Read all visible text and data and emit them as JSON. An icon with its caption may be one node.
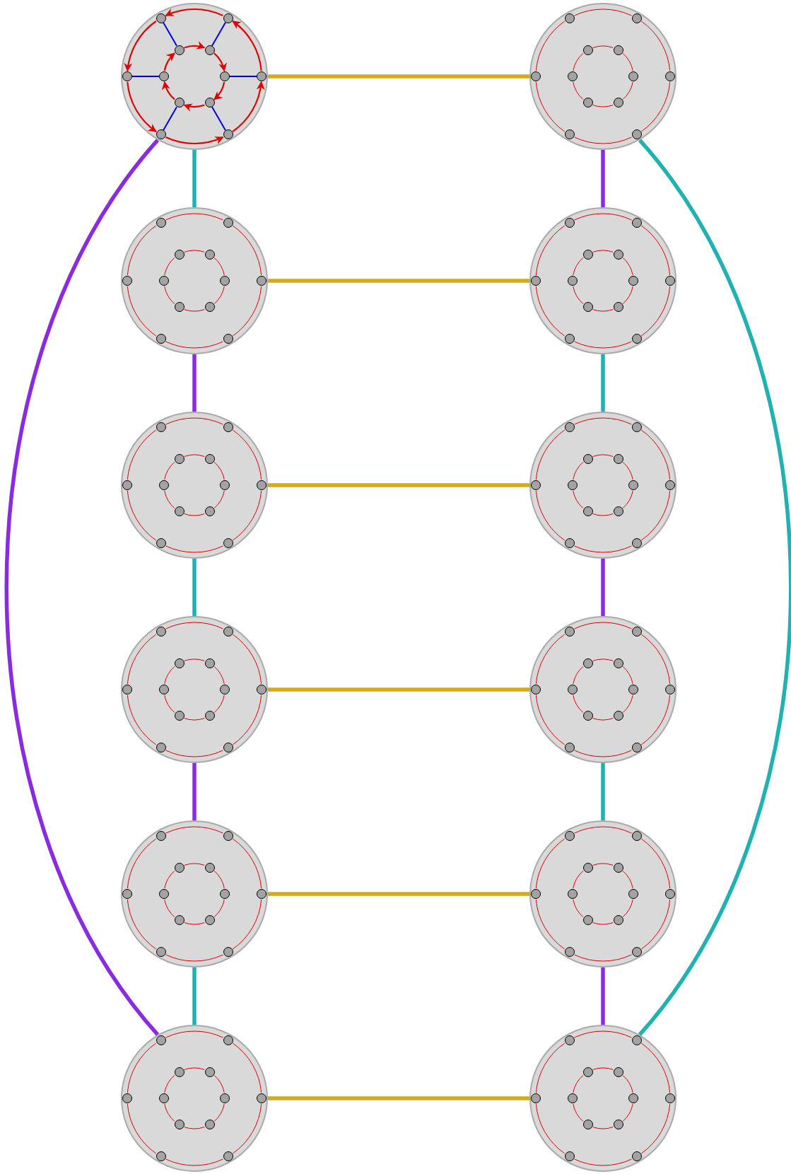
{
  "diagram": {
    "nodes": [
      {
        "text": [],
        "shape": "circle"
      },
      {
        "text": [],
        "shape": "circle",
        "in": 0
      },
      {
        "text": [],
        "shape": "circle",
        "in": 0
      },
      {
        "text": [],
        "shape": "circle",
        "in": 0
      },
      {
        "text": [],
        "shape": "circle",
        "in": 0
      },
      {
        "text": [],
        "shape": "circle",
        "in": 0
      },
      {
        "text": [],
        "shape": "circle",
        "in": 0
      },
      {
        "text": [],
        "shape": "circle",
        "in": 0
      },
      {
        "text": [],
        "shape": "circle",
        "in": 0
      },
      {
        "text": [],
        "shape": "circle",
        "in": 0
      },
      {
        "text": [],
        "shape": "circle",
        "in": 0
      },
      {
        "text": [],
        "shape": "circle",
        "in": 0
      },
      {
        "text": [],
        "shape": "circle",
        "in": 0
      },
      {
        "text": [],
        "shape": "circle"
      },
      {
        "text": [],
        "shape": "circle",
        "in": 13
      },
      {
        "text": [],
        "shape": "circle",
        "in": 13
      },
      {
        "text": [],
        "shape": "circle",
        "in": 13
      },
      {
        "text": [],
        "shape": "circle",
        "in": 13
      },
      {
        "text": [],
        "shape": "circle",
        "in": 13
      },
      {
        "text": [],
        "shape": "circle",
        "in": 13
      },
      {
        "text": [],
        "shape": "circle",
        "in": 13
      },
      {
        "text": [],
        "shape": "circle",
        "in": 13
      },
      {
        "text": [],
        "shape": "circle",
        "in": 13
      },
      {
        "text": [],
        "shape": "circle",
        "in": 13
      },
      {
        "text": [],
        "shape": "circle",
        "in": 13
      },
      {
        "text": [],
        "shape": "circle",
        "in": 13
      },
      {
        "text": [],
        "shape": "circle"
      },
      {
        "text": [],
        "shape": "circle",
        "in": 26
      },
      {
        "text": [],
        "shape": "circle",
        "in": 26
      },
      {
        "text": [],
        "shape": "circle",
        "in": 26
      },
      {
        "text": [],
        "shape": "circle",
        "in": 26
      },
      {
        "text": [],
        "shape": "circle",
        "in": 26
      },
      {
        "text": [],
        "shape": "circle",
        "in": 26
      },
      {
        "text": [],
        "shape": "circle",
        "in": 26
      },
      {
        "text": [],
        "shape": "circle",
        "in": 26
      },
      {
        "text": [],
        "shape": "circle",
        "in": 26
      },
      {
        "text": [],
        "shape": "circle",
        "in": 26
      },
      {
        "text": [],
        "shape": "circle",
        "in": 26
      },
      {
        "text": [],
        "shape": "circle",
        "in": 26
      },
      {
        "text": [],
        "shape": "circle"
      },
      {
        "text": [],
        "shape": "circle",
        "in": 39
      },
      {
        "text": [],
        "shape": "circle",
        "in": 39
      },
      {
        "text": [],
        "shape": "circle",
        "in": 39
      },
      {
        "text": [],
        "shape": "circle",
        "in": 39
      },
      {
        "text": [],
        "shape": "circle",
        "in": 39
      },
      {
        "text": [],
        "shape": "circle",
        "in": 39
      },
      {
        "text": [],
        "shape": "circle",
        "in": 39
      },
      {
        "text": [],
        "shape": "circle",
        "in": 39
      },
      {
        "text": [],
        "shape": "circle",
        "in": 39
      },
      {
        "text": [],
        "shape": "circle",
        "in": 39
      },
      {
        "text": [],
        "shape": "circle",
        "in": 39
      },
      {
        "text": [],
        "shape": "circle",
        "in": 39
      },
      {
        "text": [],
        "shape": "circle"
      },
      {
        "text": [],
        "shape": "circle",
        "in": 52
      },
      {
        "text": [],
        "shape": "circle",
        "in": 52
      },
      {
        "text": [],
        "shape": "circle",
        "in": 52
      },
      {
        "text": [],
        "shape": "circle",
        "in": 52
      },
      {
        "text": [],
        "shape": "circle",
        "in": 52
      },
      {
        "text": [],
        "shape": "circle",
        "in": 52
      },
      {
        "text": [],
        "shape": "circle",
        "in": 52
      },
      {
        "text": [],
        "shape": "circle",
        "in": 52
      },
      {
        "text": [],
        "shape": "circle",
        "in": 52
      },
      {
        "text": [],
        "shape": "circle",
        "in": 52
      },
      {
        "text": [],
        "shape": "circle",
        "in": 52
      },
      {
        "text": [],
        "shape": "circle",
        "in": 52
      },
      {
        "text": [],
        "shape": "circle"
      },
      {
        "text": [],
        "shape": "circle",
        "in": 65
      },
      {
        "text": [],
        "shape": "circle",
        "in": 65
      },
      {
        "text": [],
        "shape": "circle",
        "in": 65
      },
      {
        "text": [],
        "shape": "circle",
        "in": 65
      },
      {
        "text": [],
        "shape": "circle",
        "in": 65
      },
      {
        "text": [],
        "shape": "circle",
        "in": 65
      },
      {
        "text": [],
        "shape": "circle",
        "in": 65
      },
      {
        "text": [],
        "shape": "circle",
        "in": 65
      },
      {
        "text": [],
        "shape": "circle",
        "in": 65
      },
      {
        "text": [],
        "shape": "circle",
        "in": 65
      },
      {
        "text": [],
        "shape": "circle",
        "in": 65
      },
      {
        "text": [],
        "shape": "circle",
        "in": 65
      },
      {
        "text": [],
        "shape": "circle"
      },
      {
        "text": [],
        "shape": "circle",
        "in": 78
      },
      {
        "text": [],
        "shape": "circle",
        "in": 78
      },
      {
        "text": [],
        "shape": "circle",
        "in": 78
      },
      {
        "text": [],
        "shape": "circle",
        "in": 78
      },
      {
        "text": [],
        "shape": "circle",
        "in": 78
      },
      {
        "text": [],
        "shape": "circle",
        "in": 78
      },
      {
        "text": [],
        "shape": "circle",
        "in": 78
      },
      {
        "text": [],
        "shape": "circle",
        "in": 78
      },
      {
        "text": [],
        "shape": "circle",
        "in": 78
      },
      {
        "text": [],
        "shape": "circle",
        "in": 78
      },
      {
        "text": [],
        "shape": "circle",
        "in": 78
      },
      {
        "text": [],
        "shape": "circle",
        "in": 78
      },
      {
        "text": [],
        "shape": "circle"
      },
      {
        "text": [],
        "shape": "circle",
        "in": 91
      },
      {
        "text": [],
        "shape": "circle",
        "in": 91
      },
      {
        "text": [],
        "shape": "circle",
        "in": 91
      },
      {
        "text": [],
        "shape": "circle",
        "in": 91
      },
      {
        "text": [],
        "shape": "circle",
        "in": 91
      },
      {
        "text": [],
        "shape": "circle",
        "in": 91
      },
      {
        "text": [],
        "shape": "circle",
        "in": 91
      },
      {
        "text": [],
        "shape": "circle",
        "in": 91
      },
      {
        "text": [],
        "shape": "circle",
        "in": 91
      },
      {
        "text": [],
        "shape": "circle",
        "in": 91
      },
      {
        "text": [],
        "shape": "circle",
        "in": 91
      },
      {
        "text": [],
        "shape": "circle",
        "in": 91
      },
      {
        "text": [],
        "shape": "circle"
      },
      {
        "text": [],
        "shape": "circle",
        "in": 104
      },
      {
        "text": [],
        "shape": "circle",
        "in": 104
      },
      {
        "text": [],
        "shape": "circle",
        "in": 104
      },
      {
        "text": [],
        "shape": "circle",
        "in": 104
      },
      {
        "text": [],
        "shape": "circle",
        "in": 104
      },
      {
        "text": [],
        "shape": "circle",
        "in": 104
      },
      {
        "text": [],
        "shape": "circle",
        "in": 104
      },
      {
        "text": [],
        "shape": "circle",
        "in": 104
      },
      {
        "text": [],
        "shape": "circle",
        "in": 104
      },
      {
        "text": [],
        "shape": "circle",
        "in": 104
      },
      {
        "text": [],
        "shape": "circle",
        "in": 104
      },
      {
        "text": [],
        "shape": "circle",
        "in": 104
      },
      {
        "text": [],
        "shape": "circle"
      },
      {
        "text": [],
        "shape": "circle",
        "in": 117
      },
      {
        "text": [],
        "shape": "circle",
        "in": 117
      },
      {
        "text": [],
        "shape": "circle",
        "in": 117
      },
      {
        "text": [],
        "shape": "circle",
        "in": 117
      },
      {
        "text": [],
        "shape": "circle",
        "in": 117
      },
      {
        "text": [],
        "shape": "circle",
        "in": 117
      },
      {
        "text": [],
        "shape": "circle",
        "in": 117
      },
      {
        "text": [],
        "shape": "circle",
        "in": 117
      },
      {
        "text": [],
        "shape": "circle",
        "in": 117
      },
      {
        "text": [],
        "shape": "circle",
        "in": 117
      },
      {
        "text": [],
        "shape": "circle",
        "in": 117
      },
      {
        "text": [],
        "shape": "circle",
        "in": 117
      },
      {
        "text": [],
        "shape": "circle"
      },
      {
        "text": [],
        "shape": "circle",
        "in": 130
      },
      {
        "text": [],
        "shape": "circle",
        "in": 130
      },
      {
        "text": [],
        "shape": "circle",
        "in": 130
      },
      {
        "text": [],
        "shape": "circle",
        "in": 130
      },
      {
        "text": [],
        "shape": "circle",
        "in": 130
      },
      {
        "text": [],
        "shape": "circle",
        "in": 130
      },
      {
        "text": [],
        "shape": "circle",
        "in": 130
      },
      {
        "text": [],
        "shape": "circle",
        "in": 130
      },
      {
        "text": [],
        "shape": "circle",
        "in": 130
      },
      {
        "text": [],
        "shape": "circle",
        "in": 130
      },
      {
        "text": [],
        "shape": "circle",
        "in": 130
      },
      {
        "text": [],
        "shape": "circle",
        "in": 130
      },
      {
        "text": [],
        "shape": "circle"
      },
      {
        "text": [],
        "shape": "circle",
        "in": 143
      },
      {
        "text": [],
        "shape": "circle",
        "in": 143
      },
      {
        "text": [],
        "shape": "circle",
        "in": 143
      },
      {
        "text": [],
        "shape": "circle",
        "in": 143
      },
      {
        "text": [],
        "shape": "circle",
        "in": 143
      },
      {
        "text": [],
        "shape": "circle",
        "in": 143
      },
      {
        "text": [],
        "shape": "circle",
        "in": 143
      },
      {
        "text": [],
        "shape": "circle",
        "in": 143
      },
      {
        "text": [],
        "shape": "circle",
        "in": 143
      },
      {
        "text": [],
        "shape": "circle",
        "in": 143
      },
      {
        "text": [],
        "shape": "circle",
        "in": 143
      },
      {
        "text": [],
        "shape": "circle",
        "in": 143
      }
    ],
    "edges": [
      {
        "from": 2,
        "to": 1,
        "arrow": "to"
      },
      {
        "from": 1,
        "to": 5,
        "arrow": "to"
      },
      {
        "from": 5,
        "to": 11,
        "arrow": "to"
      },
      {
        "from": 11,
        "to": 12,
        "arrow": "to"
      },
      {
        "from": 12,
        "to": 8,
        "arrow": "to"
      },
      {
        "from": 8,
        "to": 2,
        "arrow": "to"
      },
      {
        "from": 3,
        "to": 4,
        "arrow": "to"
      },
      {
        "from": 4,
        "to": 7,
        "arrow": "to"
      },
      {
        "from": 7,
        "to": 10,
        "arrow": "to"
      },
      {
        "from": 10,
        "to": 9,
        "arrow": "to"
      },
      {
        "from": 9,
        "to": 6,
        "arrow": "to"
      },
      {
        "from": 6,
        "to": 3,
        "arrow": "to"
      },
      {
        "from": 1,
        "to": 3,
        "arrow": "none",
        "color": "#0000dd"
      },
      {
        "from": 2,
        "to": 4,
        "arrow": "none",
        "color": "#0000dd"
      },
      {
        "from": 5,
        "to": 6,
        "arrow": "none",
        "color": "#0000dd"
      },
      {
        "from": 8,
        "to": 7,
        "arrow": "none",
        "color": "#0000dd"
      },
      {
        "from": 11,
        "to": 9,
        "arrow": "none",
        "color": "#0000dd"
      },
      {
        "from": 12,
        "to": 10,
        "arrow": "none",
        "color": "#0000dd"
      },
      {
        "from": 15,
        "to": 14,
        "arrow": "none"
      },
      {
        "from": 14,
        "to": 18,
        "arrow": "none"
      },
      {
        "from": 18,
        "to": 24,
        "arrow": "none"
      },
      {
        "from": 24,
        "to": 25,
        "arrow": "none"
      },
      {
        "from": 25,
        "to": 21,
        "arrow": "none"
      },
      {
        "from": 21,
        "to": 15,
        "arrow": "none"
      },
      {
        "from": 16,
        "to": 17,
        "arrow": "none"
      },
      {
        "from": 17,
        "to": 20,
        "arrow": "none"
      },
      {
        "from": 20,
        "to": 23,
        "arrow": "none"
      },
      {
        "from": 23,
        "to": 22,
        "arrow": "none"
      },
      {
        "from": 22,
        "to": 19,
        "arrow": "none"
      },
      {
        "from": 19,
        "to": 16,
        "arrow": "none"
      },
      {
        "from": 28,
        "to": 27,
        "arrow": "none"
      },
      {
        "from": 27,
        "to": 31,
        "arrow": "none"
      },
      {
        "from": 31,
        "to": 37,
        "arrow": "none"
      },
      {
        "from": 37,
        "to": 38,
        "arrow": "none"
      },
      {
        "from": 38,
        "to": 34,
        "arrow": "none"
      },
      {
        "from": 34,
        "to": 28,
        "arrow": "none"
      },
      {
        "from": 29,
        "to": 30,
        "arrow": "none"
      },
      {
        "from": 30,
        "to": 33,
        "arrow": "none"
      },
      {
        "from": 33,
        "to": 36,
        "arrow": "none"
      },
      {
        "from": 36,
        "to": 35,
        "arrow": "none"
      },
      {
        "from": 35,
        "to": 32,
        "arrow": "none"
      },
      {
        "from": 32,
        "to": 29,
        "arrow": "none"
      },
      {
        "from": 41,
        "to": 40,
        "arrow": "none"
      },
      {
        "from": 40,
        "to": 44,
        "arrow": "none"
      },
      {
        "from": 44,
        "to": 50,
        "arrow": "none"
      },
      {
        "from": 50,
        "to": 51,
        "arrow": "none"
      },
      {
        "from": 51,
        "to": 47,
        "arrow": "none"
      },
      {
        "from": 47,
        "to": 41,
        "arrow": "none"
      },
      {
        "from": 42,
        "to": 43,
        "arrow": "none"
      },
      {
        "from": 43,
        "to": 46,
        "arrow": "none"
      },
      {
        "from": 46,
        "to": 49,
        "arrow": "none"
      },
      {
        "from": 49,
        "to": 48,
        "arrow": "none"
      },
      {
        "from": 48,
        "to": 45,
        "arrow": "none"
      },
      {
        "from": 45,
        "to": 42,
        "arrow": "none"
      },
      {
        "from": 54,
        "to": 53,
        "arrow": "none"
      },
      {
        "from": 53,
        "to": 57,
        "arrow": "none"
      },
      {
        "from": 57,
        "to": 63,
        "arrow": "none"
      },
      {
        "from": 63,
        "to": 64,
        "arrow": "none"
      },
      {
        "from": 64,
        "to": 60,
        "arrow": "none"
      },
      {
        "from": 60,
        "to": 54,
        "arrow": "none"
      },
      {
        "from": 55,
        "to": 56,
        "arrow": "none"
      },
      {
        "from": 56,
        "to": 59,
        "arrow": "none"
      },
      {
        "from": 59,
        "to": 62,
        "arrow": "none"
      },
      {
        "from": 62,
        "to": 61,
        "arrow": "none"
      },
      {
        "from": 61,
        "to": 58,
        "arrow": "none"
      },
      {
        "from": 58,
        "to": 55,
        "arrow": "none"
      },
      {
        "from": 67,
        "to": 66,
        "arrow": "none"
      },
      {
        "from": 66,
        "to": 70,
        "arrow": "none"
      },
      {
        "from": 70,
        "to": 76,
        "arrow": "none"
      },
      {
        "from": 76,
        "to": 77,
        "arrow": "none"
      },
      {
        "from": 77,
        "to": 73,
        "arrow": "none"
      },
      {
        "from": 73,
        "to": 67,
        "arrow": "none"
      },
      {
        "from": 68,
        "to": 69,
        "arrow": "none"
      },
      {
        "from": 69,
        "to": 72,
        "arrow": "none"
      },
      {
        "from": 72,
        "to": 75,
        "arrow": "none"
      },
      {
        "from": 75,
        "to": 74,
        "arrow": "none"
      },
      {
        "from": 74,
        "to": 71,
        "arrow": "none"
      },
      {
        "from": 71,
        "to": 68,
        "arrow": "none"
      },
      {
        "from": 80,
        "to": 79,
        "arrow": "none"
      },
      {
        "from": 79,
        "to": 83,
        "arrow": "none"
      },
      {
        "from": 83,
        "to": 89,
        "arrow": "none"
      },
      {
        "from": 89,
        "to": 90,
        "arrow": "none"
      },
      {
        "from": 90,
        "to": 86,
        "arrow": "none"
      },
      {
        "from": 86,
        "to": 80,
        "arrow": "none"
      },
      {
        "from": 81,
        "to": 82,
        "arrow": "none"
      },
      {
        "from": 82,
        "to": 85,
        "arrow": "none"
      },
      {
        "from": 85,
        "to": 88,
        "arrow": "none"
      },
      {
        "from": 88,
        "to": 87,
        "arrow": "none"
      },
      {
        "from": 87,
        "to": 84,
        "arrow": "none"
      },
      {
        "from": 84,
        "to": 81,
        "arrow": "none"
      },
      {
        "from": 93,
        "to": 92,
        "arrow": "none"
      },
      {
        "from": 92,
        "to": 96,
        "arrow": "none"
      },
      {
        "from": 96,
        "to": 102,
        "arrow": "none"
      },
      {
        "from": 102,
        "to": 103,
        "arrow": "none"
      },
      {
        "from": 103,
        "to": 99,
        "arrow": "none"
      },
      {
        "from": 99,
        "to": 93,
        "arrow": "none"
      },
      {
        "from": 94,
        "to": 95,
        "arrow": "none"
      },
      {
        "from": 95,
        "to": 98,
        "arrow": "none"
      },
      {
        "from": 98,
        "to": 101,
        "arrow": "none"
      },
      {
        "from": 101,
        "to": 100,
        "arrow": "none"
      },
      {
        "from": 100,
        "to": 97,
        "arrow": "none"
      },
      {
        "from": 97,
        "to": 94,
        "arrow": "none"
      },
      {
        "from": 106,
        "to": 105,
        "arrow": "none"
      },
      {
        "from": 105,
        "to": 109,
        "arrow": "none"
      },
      {
        "from": 109,
        "to": 115,
        "arrow": "none"
      },
      {
        "from": 115,
        "to": 116,
        "arrow": "none"
      },
      {
        "from": 116,
        "to": 112,
        "arrow": "none"
      },
      {
        "from": 112,
        "to": 106,
        "arrow": "none"
      },
      {
        "from": 107,
        "to": 108,
        "arrow": "none"
      },
      {
        "from": 108,
        "to": 111,
        "arrow": "none"
      },
      {
        "from": 111,
        "to": 114,
        "arrow": "none"
      },
      {
        "from": 114,
        "to": 113,
        "arrow": "none"
      },
      {
        "from": 113,
        "to": 110,
        "arrow": "none"
      },
      {
        "from": 110,
        "to": 107,
        "arrow": "none"
      },
      {
        "from": 119,
        "to": 118,
        "arrow": "none"
      },
      {
        "from": 118,
        "to": 122,
        "arrow": "none"
      },
      {
        "from": 122,
        "to": 128,
        "arrow": "none"
      },
      {
        "from": 128,
        "to": 129,
        "arrow": "none"
      },
      {
        "from": 129,
        "to": 125,
        "arrow": "none"
      },
      {
        "from": 125,
        "to": 119,
        "arrow": "none"
      },
      {
        "from": 120,
        "to": 121,
        "arrow": "none"
      },
      {
        "from": 121,
        "to": 124,
        "arrow": "none"
      },
      {
        "from": 124,
        "to": 127,
        "arrow": "none"
      },
      {
        "from": 127,
        "to": 126,
        "arrow": "none"
      },
      {
        "from": 126,
        "to": 123,
        "arrow": "none"
      },
      {
        "from": 123,
        "to": 120,
        "arrow": "none"
      },
      {
        "from": 132,
        "to": 131,
        "arrow": "none"
      },
      {
        "from": 131,
        "to": 135,
        "arrow": "none"
      },
      {
        "from": 135,
        "to": 141,
        "arrow": "none"
      },
      {
        "from": 141,
        "to": 142,
        "arrow": "none"
      },
      {
        "from": 142,
        "to": 138,
        "arrow": "none"
      },
      {
        "from": 138,
        "to": 132,
        "arrow": "none"
      },
      {
        "from": 133,
        "to": 134,
        "arrow": "none"
      },
      {
        "from": 134,
        "to": 137,
        "arrow": "none"
      },
      {
        "from": 137,
        "to": 140,
        "arrow": "none"
      },
      {
        "from": 140,
        "to": 139,
        "arrow": "none"
      },
      {
        "from": 139,
        "to": 136,
        "arrow": "none"
      },
      {
        "from": 136,
        "to": 133,
        "arrow": "none"
      },
      {
        "from": 145,
        "to": 144,
        "arrow": "none"
      },
      {
        "from": 144,
        "to": 148,
        "arrow": "none"
      },
      {
        "from": 148,
        "to": 154,
        "arrow": "none"
      },
      {
        "from": 154,
        "to": 155,
        "arrow": "none"
      },
      {
        "from": 155,
        "to": 151,
        "arrow": "none"
      },
      {
        "from": 151,
        "to": 145,
        "arrow": "none"
      },
      {
        "from": 146,
        "to": 147,
        "arrow": "none"
      },
      {
        "from": 147,
        "to": 150,
        "arrow": "none"
      },
      {
        "from": 150,
        "to": 153,
        "arrow": "none"
      },
      {
        "from": 153,
        "to": 152,
        "arrow": "none"
      },
      {
        "from": 152,
        "to": 149,
        "arrow": "none"
      },
      {
        "from": 149,
        "to": 146,
        "arrow": "none"
      },
      {
        "from": 0,
        "to": 13,
        "arrow": "none",
        "style": "thick",
        "color": "#d4aa17"
      },
      {
        "from": 26,
        "to": 39,
        "arrow": "none",
        "style": "thick",
        "color": "#d4aa17"
      },
      {
        "from": 52,
        "to": 65,
        "arrow": "none",
        "style": "thick",
        "color": "#d4aa17"
      },
      {
        "from": 78,
        "to": 91,
        "arrow": "none",
        "style": "thick",
        "color": "#d4aa17"
      },
      {
        "from": 104,
        "to": 117,
        "arrow": "none",
        "style": "thick",
        "color": "#d4aa17"
      },
      {
        "from": 130,
        "to": 143,
        "arrow": "none",
        "style": "thick",
        "color": "#d4aa17"
      },
      {
        "from": 0,
        "to": 26,
        "arrow": "none",
        "style": "thick",
        "color": "#20b2b2"
      },
      {
        "from": 26,
        "to": 52,
        "arrow": "none",
        "style": "thick",
        "color": "#8a2be2"
      },
      {
        "from": 52,
        "to": 78,
        "arrow": "none",
        "style": "thick",
        "color": "#20b2b2"
      },
      {
        "from": 78,
        "to": 104,
        "arrow": "none",
        "style": "thick",
        "color": "#8a2be2"
      },
      {
        "from": 104,
        "to": 130,
        "arrow": "none",
        "style": "thick",
        "color": "#20b2b2"
      },
      {
        "from": 13,
        "to": 39,
        "arrow": "none",
        "style": "thick",
        "color": "#8a2be2"
      },
      {
        "from": 39,
        "to": 65,
        "arrow": "none",
        "style": "thick",
        "color": "#20b2b2"
      },
      {
        "from": 65,
        "to": 91,
        "arrow": "none",
        "style": "thick",
        "color": "#8a2be2"
      },
      {
        "from": 91,
        "to": 117,
        "arrow": "none",
        "style": "thick",
        "color": "#20b2b2"
      },
      {
        "from": 117,
        "to": 143,
        "arrow": "none",
        "style": "thick",
        "color": "#8a2be2"
      },
      {
        "from": 0,
        "to": 130,
        "arrow": "none",
        "style": "thick",
        "color": "#8a2be2"
      },
      {
        "from": 13,
        "to": 143,
        "arrow": "none",
        "style": "thick",
        "color": "#20b2b2"
      }
    ]
  }
}
